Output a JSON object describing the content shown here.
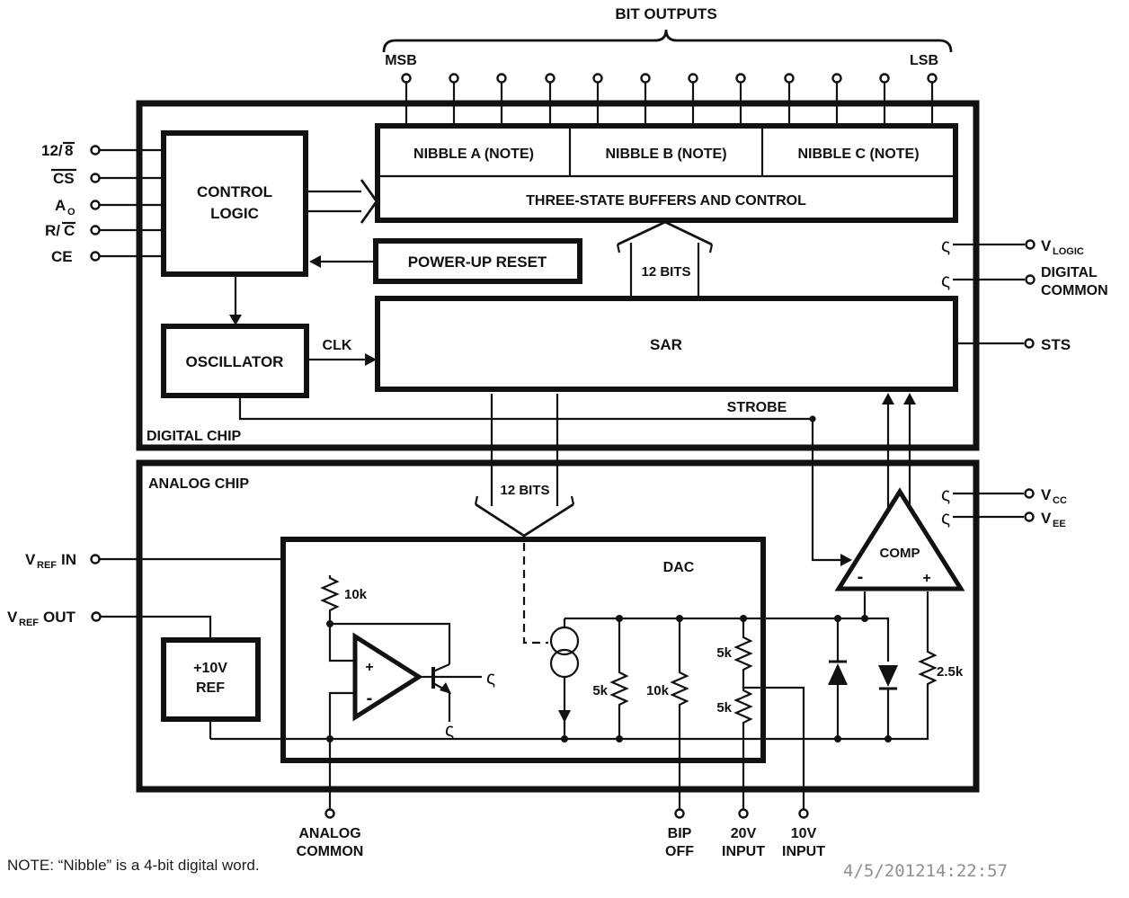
{
  "title": {
    "bit_outputs": "BIT OUTPUTS",
    "msb": "MSB",
    "lsb": "LSB"
  },
  "icons": {
    "bond_wire": "ς"
  },
  "digital_chip": {
    "label": "DIGITAL CHIP",
    "control_logic": {
      "line1": "CONTROL",
      "line2": "LOGIC"
    },
    "inputs": {
      "mode": {
        "pre": "12/",
        "bar": "8"
      },
      "cs": {
        "bar": "CS"
      },
      "a0": {
        "main": "A",
        "sub": "O"
      },
      "rc": {
        "pre": "R/",
        "bar": "C"
      },
      "ce": "CE"
    },
    "nibble_a": "NIBBLE A (NOTE)",
    "nibble_b": "NIBBLE B (NOTE)",
    "nibble_c": "NIBBLE C (NOTE)",
    "three_state": "THREE-STATE BUFFERS AND CONTROL",
    "power_up_reset": "POWER-UP RESET",
    "bus_up": "12 BITS",
    "sar": "SAR",
    "oscillator": "OSCILLATOR",
    "clk": "CLK",
    "strobe": "STROBE",
    "pins": {
      "vlogic": {
        "main": "V",
        "sub": "LOGIC"
      },
      "digital_common": {
        "line1": "DIGITAL",
        "line2": "COMMON"
      },
      "sts": "STS"
    }
  },
  "analog_chip": {
    "label": "ANALOG CHIP",
    "bus_down": "12 BITS",
    "dac": "DAC",
    "ref_box": {
      "line1": "+10V",
      "line2": "REF"
    },
    "opamp": {
      "plus": "+",
      "minus": "-"
    },
    "comp": {
      "label": "COMP",
      "minus": "-",
      "plus": "+"
    },
    "resistors": {
      "r_vref_10k": "10k",
      "r_5k": "5k",
      "r_10k": "10k",
      "r_5k_top": "5k",
      "r_5k_bot": "5k",
      "r_2_5k": "2.5k"
    },
    "pins": {
      "vref_in": {
        "main": "V",
        "sub": "REF",
        "post": "IN"
      },
      "vref_out": {
        "main": "V",
        "sub": "REF",
        "post": "OUT"
      },
      "vcc": {
        "main": "V",
        "sub": "CC"
      },
      "vee": {
        "main": "V",
        "sub": "EE"
      },
      "analog_common": {
        "line1": "ANALOG",
        "line2": "COMMON"
      },
      "bip_off": {
        "line1": "BIP",
        "line2": "OFF"
      },
      "in20v": {
        "line1": "20V",
        "line2": "INPUT"
      },
      "in10v": {
        "line1": "10V",
        "line2": "INPUT"
      }
    }
  },
  "footer": {
    "note": "NOTE:  “Nibble” is a 4-bit digital word.",
    "timestamp": "4/5/201214:22:57"
  },
  "colors": {
    "ink": "#111111",
    "timestamp": "#8f8f8f",
    "background": "#ffffff"
  }
}
